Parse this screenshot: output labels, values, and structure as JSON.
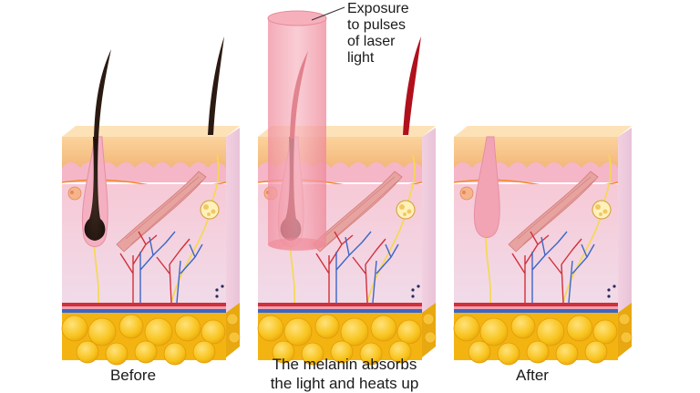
{
  "labels": {
    "before": "Before",
    "middle_line1": "The melanin absorbs",
    "middle_line2": "the light and heats up",
    "after": "After"
  },
  "callout": {
    "line1": "Exposure",
    "line2": "to pulses",
    "line3": "of laser",
    "line4": "light"
  },
  "colors": {
    "epidermis_top": "#f9c488",
    "skin_pink": "#f6c6d2",
    "dermis": "#f4dbe8",
    "fat_yellow": "#f7c21a",
    "laser_beam": "#f29aa8",
    "hair_dark": "#2b1a12",
    "hair_red": "#b0101c"
  },
  "icons": [
    "hair-follicle",
    "laser-beam",
    "sebaceous-gland",
    "blood-vessel",
    "fat-cell"
  ]
}
